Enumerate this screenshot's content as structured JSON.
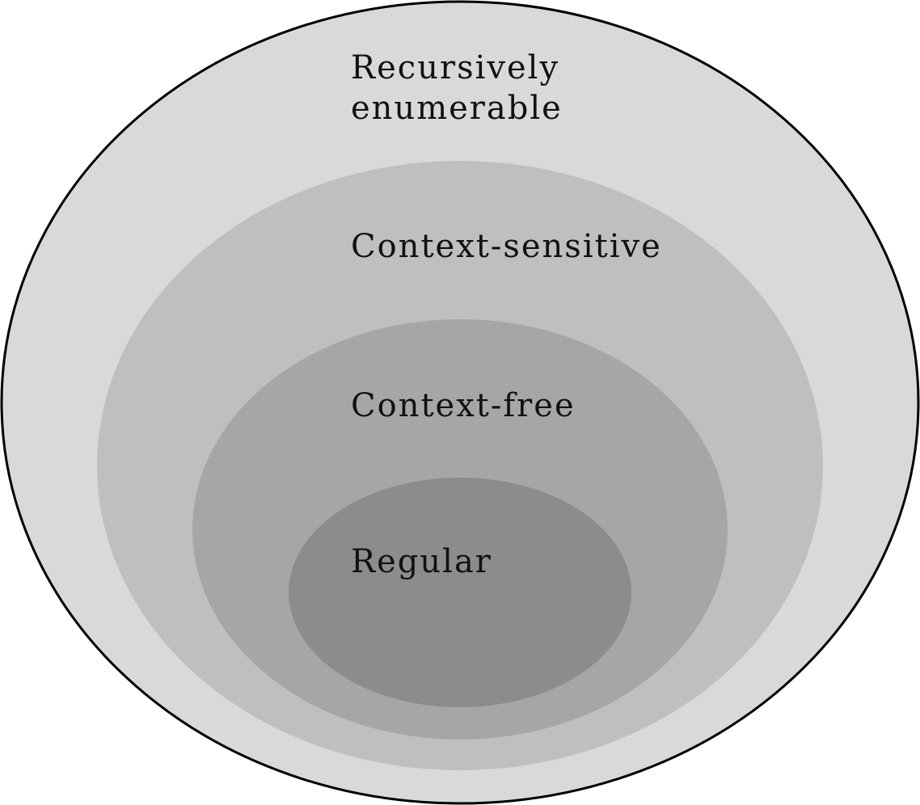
{
  "diagram": {
    "regions": [
      {
        "id": "recursively-enumerable",
        "lines": [
          "Recursively",
          "enumerable"
        ],
        "fill": "#d9d9d9",
        "outlined": true
      },
      {
        "id": "context-sensitive",
        "lines": [
          "Context-sensitive"
        ],
        "fill": "#bfbfbf",
        "outlined": false
      },
      {
        "id": "context-free",
        "lines": [
          "Context-free"
        ],
        "fill": "#a6a6a6",
        "outlined": false
      },
      {
        "id": "regular",
        "lines": [
          "Regular"
        ],
        "fill": "#8c8c8c",
        "outlined": false
      }
    ],
    "outline_color": "#000000",
    "text_color": "#111111"
  }
}
